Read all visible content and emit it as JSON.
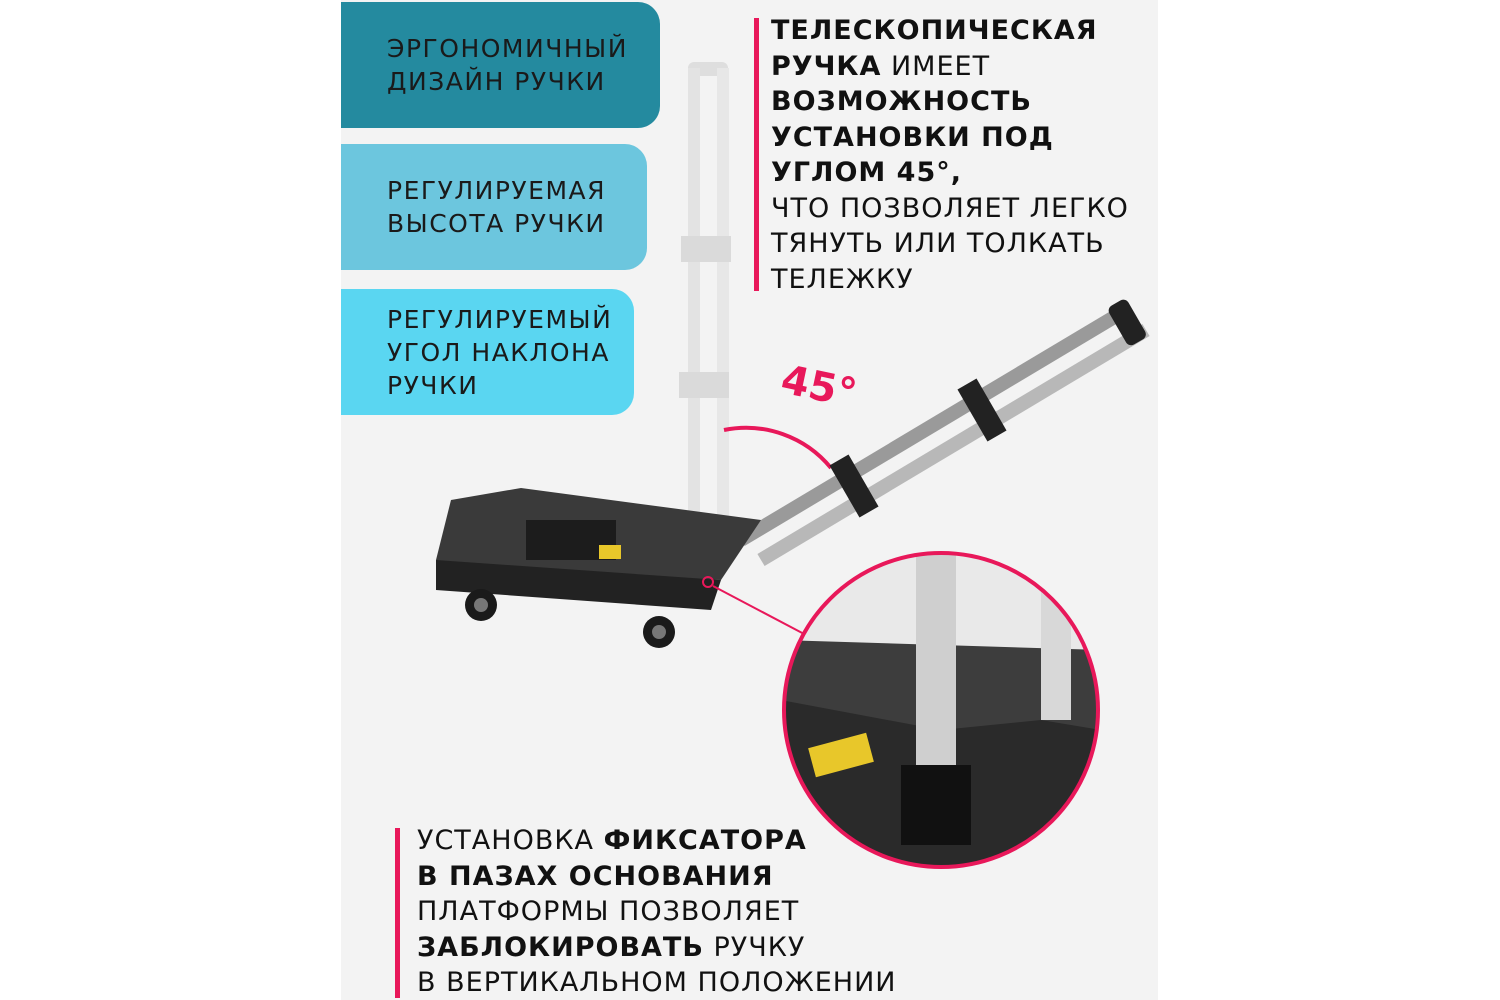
{
  "features": [
    {
      "lines": [
        "ЭРГОНОМИЧНЫЙ",
        "ДИЗАЙН РУЧКИ"
      ]
    },
    {
      "lines": [
        "РЕГУЛИРУЕМАЯ",
        "ВЫСОТА РУЧКИ"
      ]
    },
    {
      "lines": [
        "РЕГУЛИРУЕМЫЙ",
        "УГОЛ НАКЛОНА",
        "РУЧКИ"
      ]
    }
  ],
  "top_text": {
    "l1": "ТЕЛЕСКОПИЧЕСКАЯ",
    "l2b": "РУЧКА",
    "l2": " ИМЕЕТ",
    "l3": "ВОЗМОЖНОСТЬ",
    "l4": "УСТАНОВКИ ПОД",
    "l5": "УГЛОМ 45°,",
    "l6": "ЧТО ПОЗВОЛЯЕТ ЛЕГКО",
    "l7": "ТЯНУТЬ ИЛИ ТОЛКАТЬ",
    "l8": "ТЕЛЕЖКУ"
  },
  "angle_label": "45°",
  "bottom_text": {
    "l1": "УСТАНОВКА ",
    "l1b": "ФИКСАТОРА",
    "l2b": "В ПАЗАХ ОСНОВАНИЯ",
    "l3": "ПЛАТФОРМЫ ПОЗВОЛЯЕТ",
    "l4b": "ЗАБЛОКИРОВАТЬ",
    "l4": " РУЧКУ",
    "l5": "В ВЕРТИКАЛЬНОМ ПОЛОЖЕНИИ"
  },
  "colors": {
    "accent": "#e8185a",
    "tile1": "#248a9f",
    "tile2": "#6cc6de",
    "tile3": "#5ad6f1"
  }
}
